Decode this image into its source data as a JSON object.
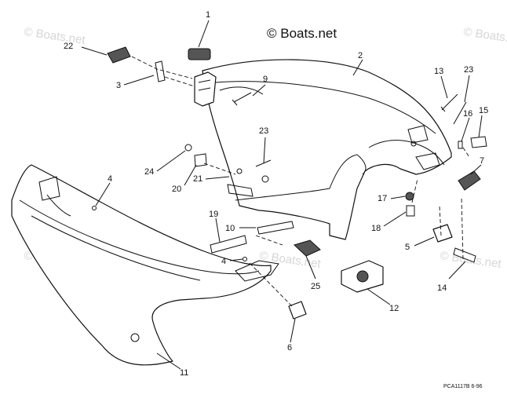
{
  "brand": {
    "copyright": "© Boats.net"
  },
  "watermark": {
    "text": "© Boats.net"
  },
  "figure_code": "PCA1117B  6-96",
  "callouts": [
    "1",
    "2",
    "3",
    "4",
    "4",
    "5",
    "6",
    "7",
    "9",
    "10",
    "11",
    "12",
    "13",
    "14",
    "15",
    "16",
    "17",
    "18",
    "19",
    "20",
    "21",
    "22",
    "23",
    "23",
    "24",
    "25"
  ]
}
